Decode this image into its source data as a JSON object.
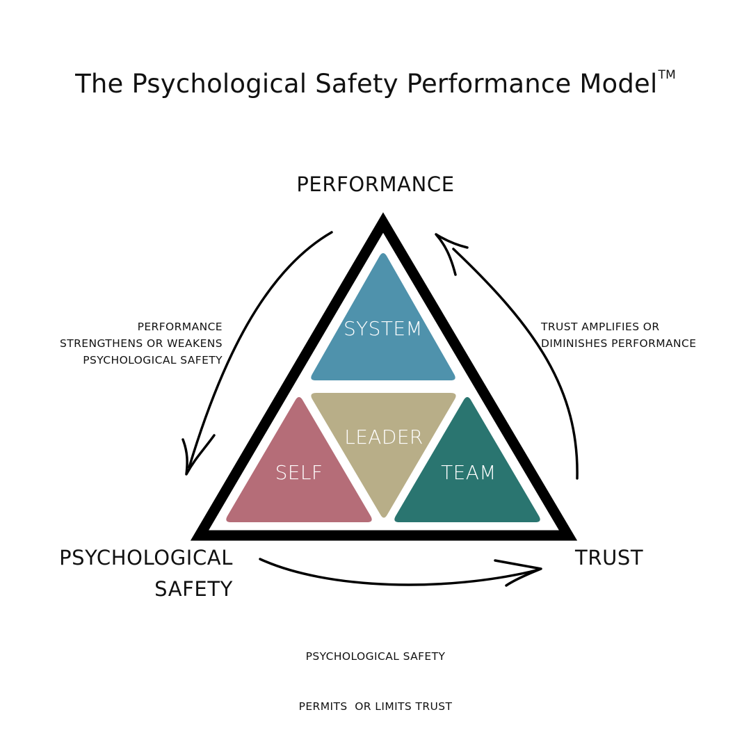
{
  "title": {
    "text": "The Psychological Safety Performance Model",
    "mark": "TM"
  },
  "vertices": {
    "top": "PERFORMANCE",
    "bottom_left_line1": "PSYCHOLOGICAL",
    "bottom_left_line2": "SAFETY",
    "bottom_right": "TRUST"
  },
  "relations": {
    "left": [
      "PERFORMANCE",
      "STRENGTHENS OR WEAKENS",
      "PSYCHOLOGICAL SAFETY"
    ],
    "right": [
      "TRUST AMPLIFIES OR",
      "DIMINISHES PERFORMANCE"
    ],
    "bottom": [
      "PSYCHOLOGICAL SAFETY",
      "PERMITS  OR LIMITS TRUST"
    ]
  },
  "segments": {
    "system": {
      "label": "SYSTEM",
      "color": "#4f92ac"
    },
    "leader": {
      "label": "LEADER",
      "color": "#b8ae88"
    },
    "self": {
      "label": "SELF",
      "color": "#b56d78"
    },
    "team": {
      "label": "TEAM",
      "color": "#2a7570"
    }
  },
  "outline_color": "#000000"
}
